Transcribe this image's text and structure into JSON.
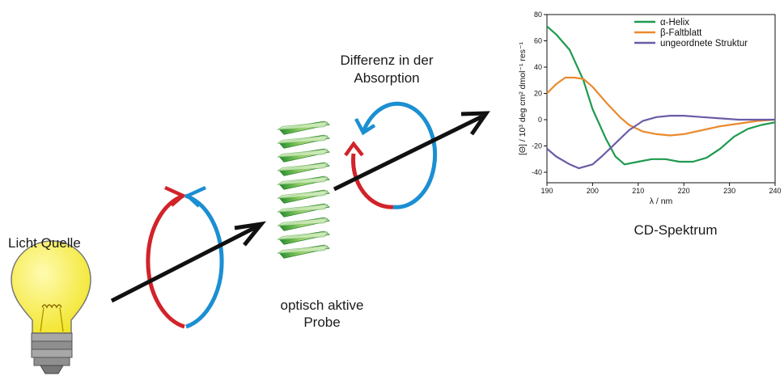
{
  "labels": {
    "light_source": "Licht Quelle",
    "sample_line1": "optisch aktive",
    "sample_line2": "Probe",
    "difference_line1": "Differenz in der",
    "difference_line2": "Absorption",
    "spectrum_caption": "CD-Spektrum"
  },
  "colors": {
    "red_polarization": "#d2232a",
    "blue_polarization": "#1b8fd2",
    "beam_arrow": "#111111",
    "helix": "#3aa635",
    "bulb_glass": "#f7ef3c",
    "bulb_base": "#9a9a9a"
  },
  "chart_data": {
    "type": "line",
    "title": "",
    "xlabel": "λ / nm",
    "ylabel": "[Θ] / 10³ deg cm² dmol⁻¹ res⁻¹",
    "xlim": [
      190,
      240
    ],
    "ylim": [
      -48,
      80
    ],
    "xticks": [
      190,
      200,
      210,
      220,
      230,
      240
    ],
    "yticks": [
      -40,
      -20,
      0,
      20,
      40,
      60,
      80
    ],
    "grid": false,
    "legend_position": "top-right",
    "series": [
      {
        "name": "α-Helix",
        "color": "#1e9a4e",
        "x": [
          190,
          192,
          195,
          198,
          200,
          203,
          205,
          207,
          210,
          213,
          216,
          219,
          222,
          225,
          228,
          231,
          234,
          237,
          240
        ],
        "y": [
          71,
          65,
          53,
          30,
          8,
          -15,
          -28,
          -34,
          -32,
          -30,
          -30,
          -32,
          -32,
          -29,
          -22,
          -13,
          -7,
          -4,
          -2
        ]
      },
      {
        "name": "β-Faltblatt",
        "color": "#ea8a2e",
        "x": [
          190,
          192,
          194,
          196,
          198,
          200,
          203,
          206,
          208,
          211,
          214,
          217,
          220,
          224,
          228,
          232,
          236,
          240
        ],
        "y": [
          20,
          27,
          32,
          32,
          31,
          25,
          13,
          2,
          -4,
          -9,
          -11,
          -12,
          -11,
          -8,
          -5,
          -3,
          -1,
          0
        ]
      },
      {
        "name": "ungeordnete Struktur",
        "color": "#6c5ba6",
        "x": [
          190,
          192,
          195,
          197,
          200,
          202,
          205,
          208,
          211,
          214,
          217,
          220,
          224,
          228,
          232,
          236,
          240
        ],
        "y": [
          -22,
          -28,
          -34,
          -37,
          -34,
          -28,
          -18,
          -8,
          -1,
          2,
          3,
          3,
          2,
          1,
          0,
          0,
          0
        ]
      }
    ]
  }
}
